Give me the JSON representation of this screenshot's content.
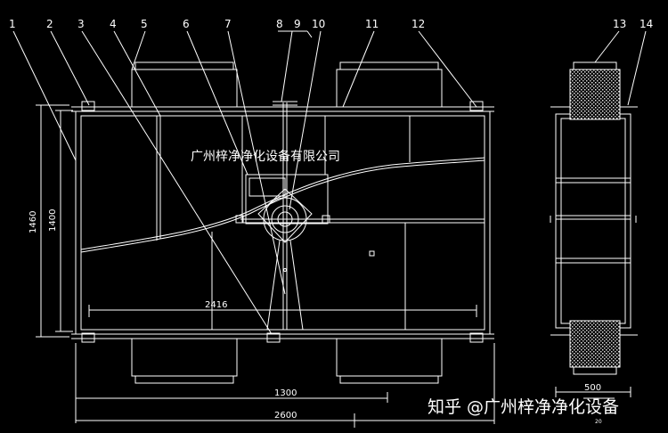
{
  "callouts": [
    "1",
    "2",
    "3",
    "4",
    "5",
    "6",
    "7",
    "8",
    "9",
    "10",
    "11",
    "12",
    "13",
    "14"
  ],
  "dimensions": {
    "height_outer": "1460",
    "height_inner": "1400",
    "width_inner": "2416",
    "width_half": "1300",
    "width_total": "2600",
    "side_width": "500",
    "small_label": "20"
  },
  "company_label": "广州梓净净化设备有限公司",
  "watermark": "知乎 @广州梓净净化设备",
  "colors": {
    "background": "#000000",
    "lines": "#ffffff",
    "filter_hatch": "#d8d8d8"
  }
}
